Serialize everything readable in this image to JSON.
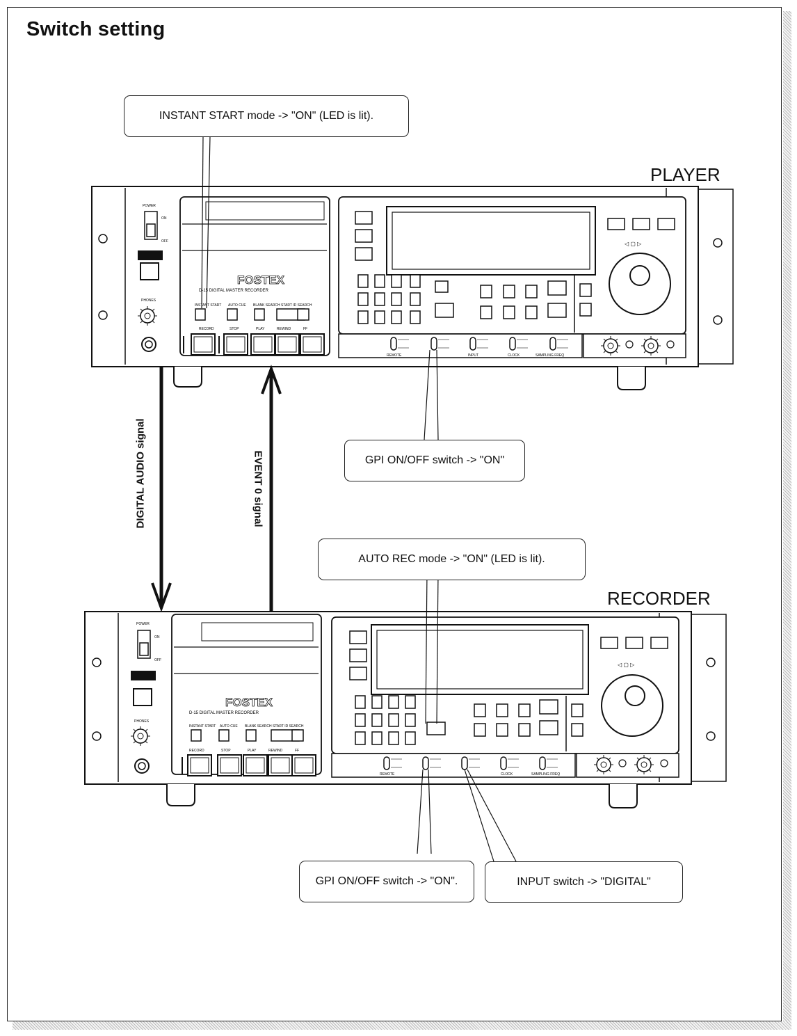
{
  "title": "Switch setting",
  "devices": {
    "player": {
      "label": "PLAYER",
      "brand": "FOSTEX",
      "model": "D-15 DIGITAL MASTER RECORDER"
    },
    "recorder": {
      "label": "RECORDER",
      "brand": "FOSTEX",
      "model": "D-15 DIGITAL MASTER RECORDER"
    }
  },
  "callouts": {
    "instant_start": "INSTANT START mode -> \"ON\" (LED is lit).",
    "gpi_player": "GPI ON/OFF switch -> \"ON\"",
    "auto_rec": "AUTO REC mode -> \"ON\" (LED is lit).",
    "gpi_recorder": "GPI ON/OFF switch -> \"ON\".",
    "input_switch": "INPUT switch -> \"DIGITAL\""
  },
  "signals": {
    "digital_audio": "DIGITAL AUDIO signal",
    "event": "EVENT 0 signal"
  }
}
